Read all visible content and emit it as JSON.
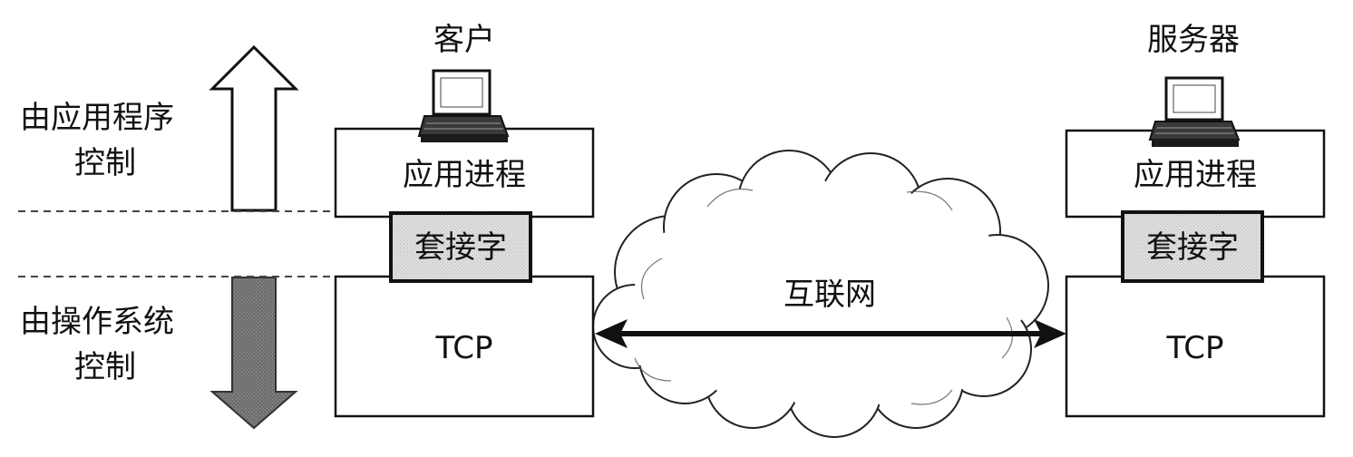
{
  "left_legend": {
    "app_control_line1": "由应用程序",
    "app_control_line2": "控制",
    "os_control_line1": "由操作系统",
    "os_control_line2": "控制"
  },
  "client": {
    "title": "客户",
    "app_process": "应用进程",
    "socket": "套接字",
    "transport": "TCP"
  },
  "server": {
    "title": "服务器",
    "app_process": "应用进程",
    "socket": "套接字",
    "transport": "TCP"
  },
  "network": {
    "label": "互联网"
  },
  "icons": {
    "client_computer": "computer-icon",
    "server_computer": "computer-icon",
    "up_arrow": "up-arrow-icon",
    "down_arrow": "down-arrow-icon",
    "cloud": "cloud-icon"
  },
  "colors": {
    "line": "#111111",
    "socket_fill": "#d9d9d9",
    "down_arrow_fill": "#707070",
    "up_arrow_fill": "#ffffff"
  }
}
